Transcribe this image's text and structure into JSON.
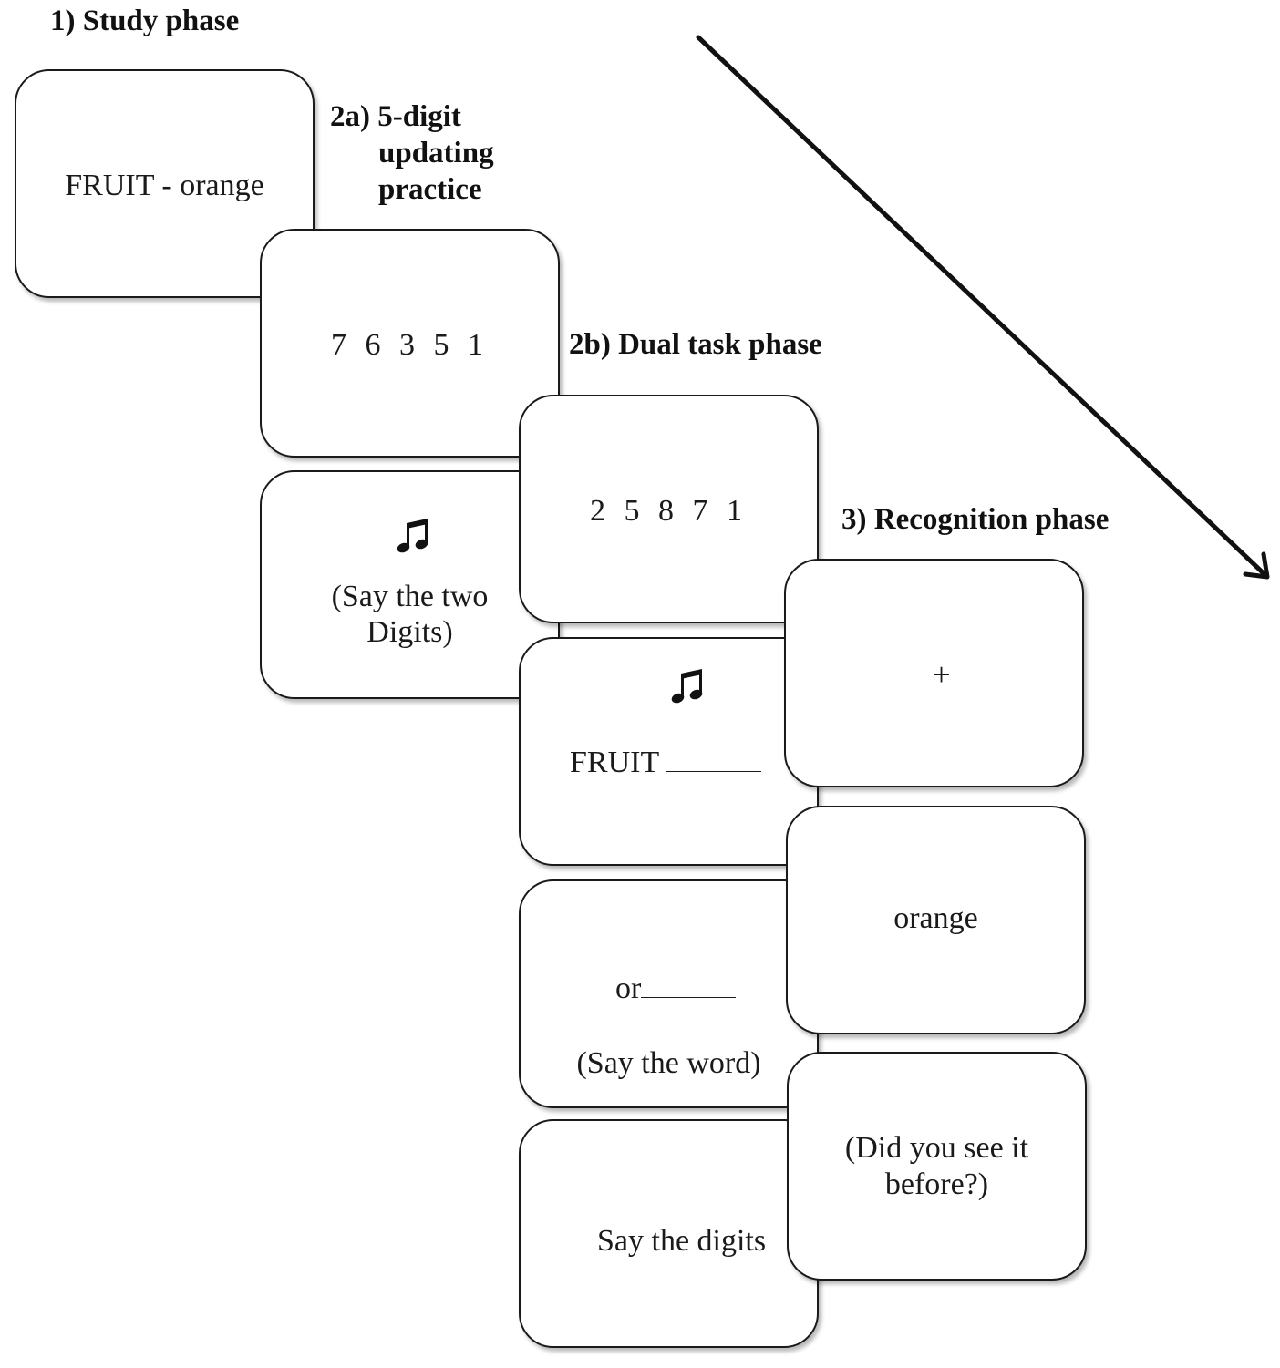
{
  "labels": {
    "study": "1) Study phase",
    "updating": [
      "2a) 5-digit",
      "updating",
      "practice"
    ],
    "dual": "2b) Dual task phase",
    "recognition": "3) Recognition phase"
  },
  "study_card": {
    "text": "FRUIT - orange"
  },
  "updating_cards": {
    "digits": "7 6 3 5 1",
    "prompt": [
      "(Say the two",
      "Digits)"
    ],
    "icon": "music-note-icon"
  },
  "dual_cards": {
    "digits": "2 5 8 7 1",
    "cue": "FRUIT",
    "or_text": "or",
    "prompt_word": "(Say the word)",
    "prompt_digits": "Say the digits",
    "icon": "music-note-icon"
  },
  "recognition_cards": {
    "fixation": "+",
    "word": "orange",
    "question": [
      "(Did you see it",
      "before?)"
    ]
  }
}
